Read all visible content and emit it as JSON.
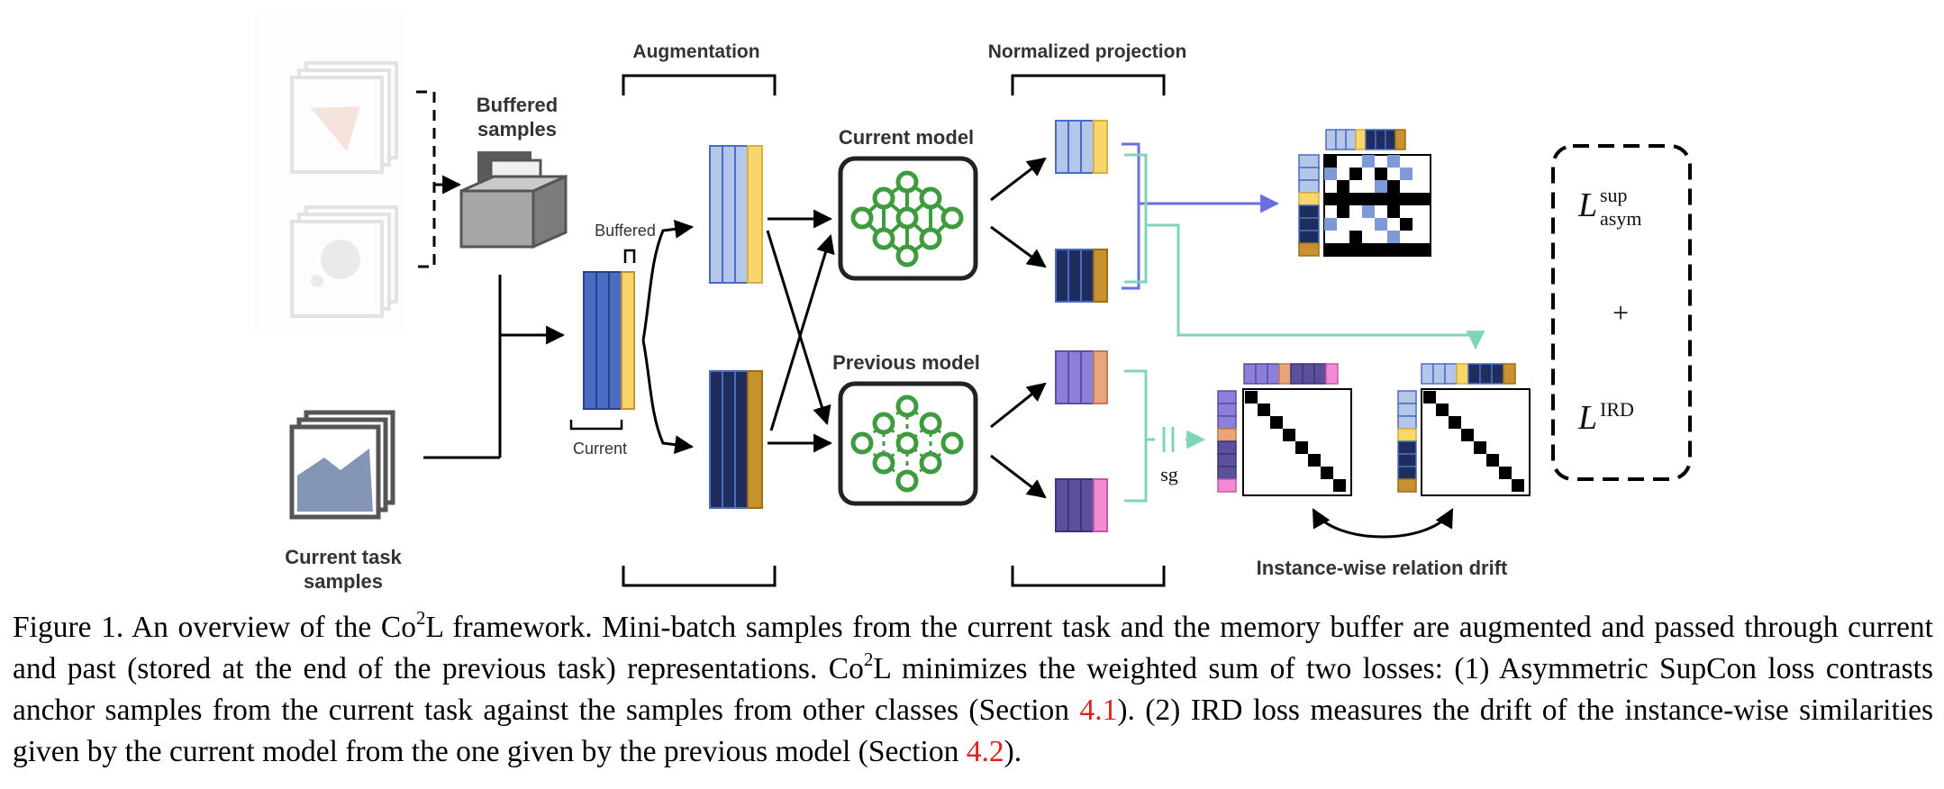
{
  "labels": {
    "augmentation": "Augmentation",
    "normalized_projection": "Normalized projection",
    "buffered_samples_1": "Buffered",
    "buffered_samples_2": "samples",
    "current_task_1": "Current task",
    "current_task_2": "samples",
    "buffered": "Buffered",
    "current": "Current",
    "current_model": "Current model",
    "previous_model": "Previous model",
    "sg": "sg",
    "instance_drift": "Instance-wise relation drift",
    "loss_sup_main": "L",
    "loss_sup_super": "sup",
    "loss_sup_sub": "asym",
    "plus": "+",
    "loss_ird_main": "L",
    "loss_ird_super": "IRD"
  },
  "caption": {
    "p1": "Figure 1. An overview of the Co",
    "sup1": "2",
    "p2": "L framework. Mini-batch samples from the current task and the memory buffer are augmented and passed through current and past (stored at the end of the previous task) representations. Co",
    "sup2": "2",
    "p3": "L minimizes the weighted sum of two losses: (1) Asymmetric SupCon loss contrasts anchor samples from the current task against the samples from other classes (Section ",
    "ref1": "4.1",
    "p4": "). (2) IRD loss measures the drift of the instance-wise similarities given by the current model from the one given by the previous model (Section ",
    "ref2": "4.2",
    "p5": ")."
  },
  "colors": {
    "light_blue": "#b5c7e8",
    "mid_blue": "#4a6cc4",
    "navy": "#1f2d5c",
    "yellow": "#f9d66a",
    "gold": "#c8922e",
    "purple": "#8c7fdc",
    "dark_purple": "#5c4f9c",
    "peach": "#e8a57c",
    "pink": "#f28bd4",
    "network_green": "#3e9c3e",
    "teal": "#7fd6b7",
    "blue_arrow": "#6a6fe0",
    "caption_ref": "#e0201b"
  }
}
